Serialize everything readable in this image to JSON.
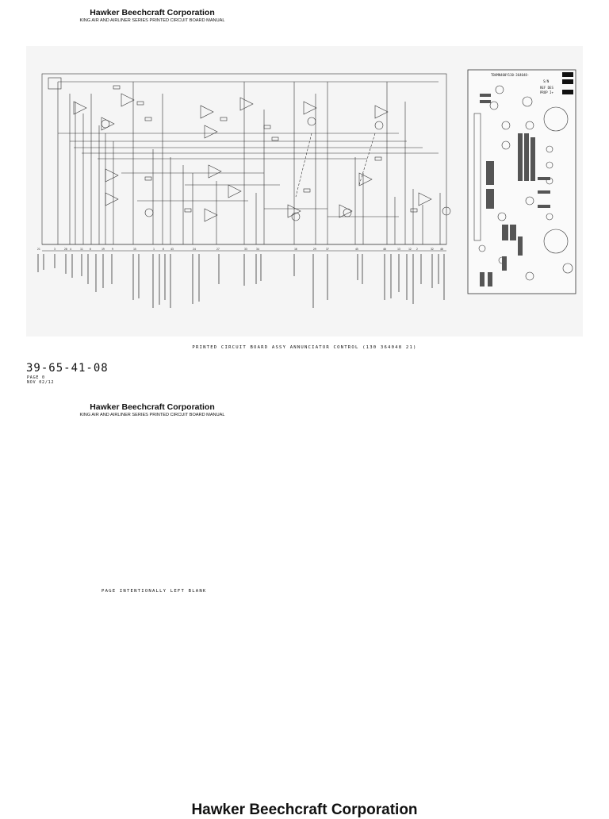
{
  "page1": {
    "header_title": "Hawker Beechcraft Corporation",
    "header_subtitle": "KING AIR AND AIRLINER SERIES PRINTED CIRCUIT BOARD MANUAL",
    "figure_caption": "PRINTED CIRCUIT BOARD ASSY   ANNUNCIATOR CONTROL  (130 364048 21)",
    "doc_number": "39-65-41-08",
    "page_label": "Page 0",
    "date": "Nov 02/12"
  },
  "page2": {
    "header_title": "Hawker Beechcraft Corporation",
    "header_subtitle": "KING AIR AND AIRLINER SERIES PRINTED CIRCUIT BOARD MANUAL",
    "blank_notice": "PAGE INTENTIONALLY LEFT BLANK"
  },
  "page3": {
    "header_title": "Hawker Beechcraft Corporation"
  },
  "board_labels": {
    "serial": "TBAMN400Y130-364048-",
    "sn": "S/N",
    "ref_des": "REF DES",
    "prop": "PROP I+"
  }
}
